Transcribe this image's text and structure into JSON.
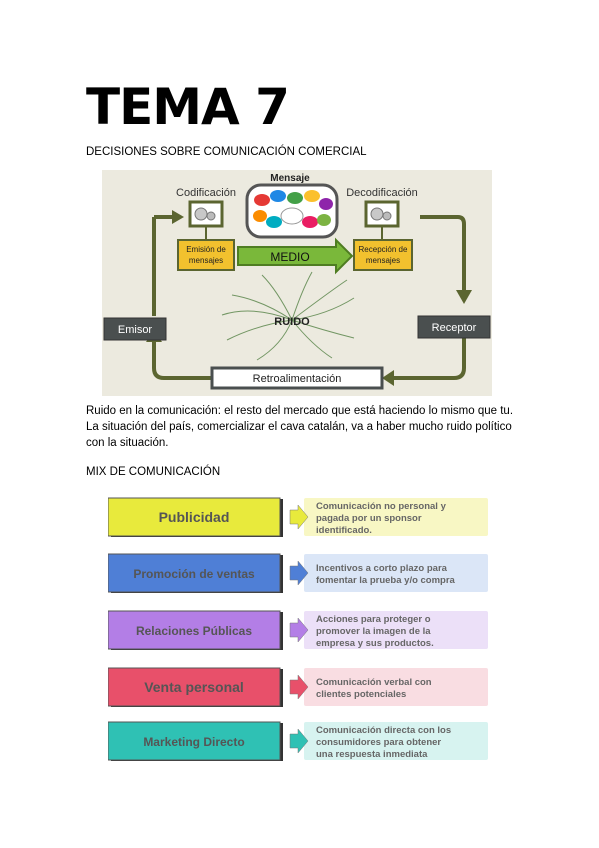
{
  "page": {
    "title": "TEMA 7",
    "subtitle": "DECISIONES SOBRE COMUNICACIÓN COMERCIAL",
    "paragraph": "Ruido en la comunicación: el resto del mercado que está haciendo lo mismo que tu. La situación del país, comercializar el cava catalán, va a haber mucho ruido político con la situación.",
    "mix_heading": "MIX DE COMUNICACIÓN"
  },
  "diagram": {
    "mensaje": "Mensaje",
    "codificacion": "Codificación",
    "decodificacion": "Decodificación",
    "emision": [
      "Emisión de",
      "mensajes"
    ],
    "recepcion": [
      "Recepción de",
      "mensajes"
    ],
    "medio": "MEDIO",
    "emisor": "Emisor",
    "receptor": "Receptor",
    "ruido": "RUIDO",
    "retro": "Retroalimentación"
  },
  "mix": {
    "items": [
      {
        "label": "Publicidad",
        "desc": [
          "Comunicación no personal y",
          "pagada por un sponsor",
          "identificado."
        ],
        "color": "#e8ea3c",
        "light": "#f8f7c4"
      },
      {
        "label": "Promoción de ventas",
        "desc": [
          "Incentivos a corto plazo para",
          "fomentar la prueba y/o compra"
        ],
        "color": "#4f7fd6",
        "light": "#dbe6f7"
      },
      {
        "label": "Relaciones Públicas",
        "desc": [
          "Acciones para proteger o",
          "promover la imagen de la",
          "empresa y sus productos."
        ],
        "color": "#b37ee6",
        "light": "#ece0f8"
      },
      {
        "label": "Venta personal",
        "desc": [
          "Comunicación verbal con",
          "clientes potenciales"
        ],
        "color": "#e8506a",
        "light": "#f9dde2"
      },
      {
        "label": "Marketing Directo",
        "desc": [
          "Comunicación directa con los",
          "consumidores para obtener",
          "una respuesta inmediata"
        ],
        "color": "#2fc1b4",
        "light": "#d7f3f0"
      }
    ]
  }
}
